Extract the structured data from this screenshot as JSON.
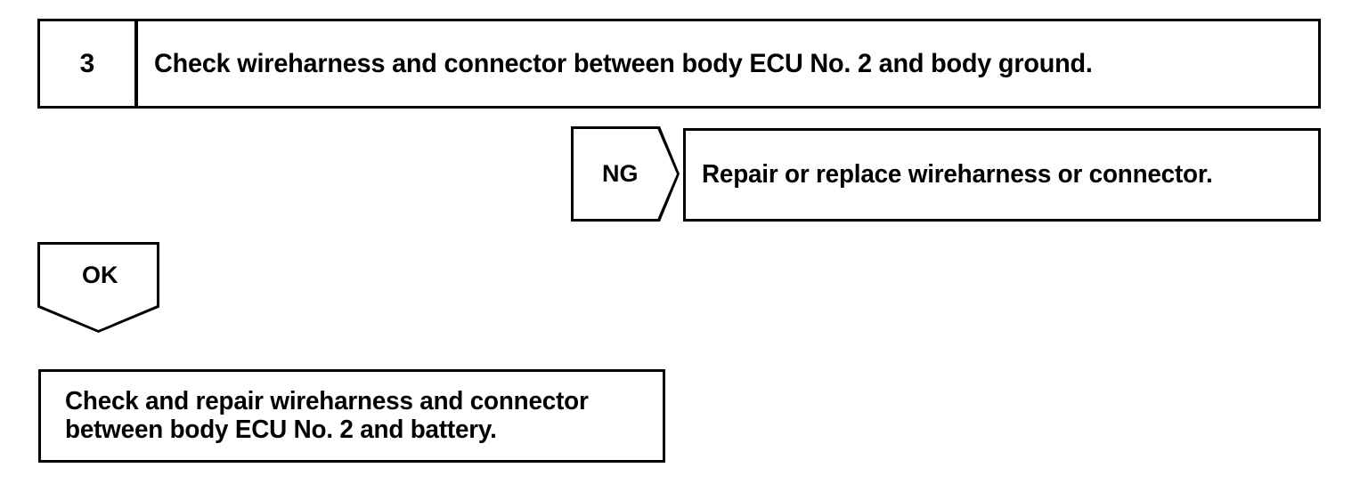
{
  "diagram": {
    "type": "troubleshooting-flowchart",
    "colors": {
      "line": "#000000",
      "background": "#ffffff",
      "text": "#000000"
    },
    "step": {
      "number": "3",
      "instruction": "Check wireharness and connector between body ECU No. 2 and body ground."
    },
    "branches": [
      {
        "result_label": "NG",
        "direction": "right",
        "action": "Repair or replace wireharness or connector."
      },
      {
        "result_label": "OK",
        "direction": "down",
        "action": "Check and repair wireharness and connector\nbetween body ECU No. 2 and battery."
      }
    ]
  }
}
